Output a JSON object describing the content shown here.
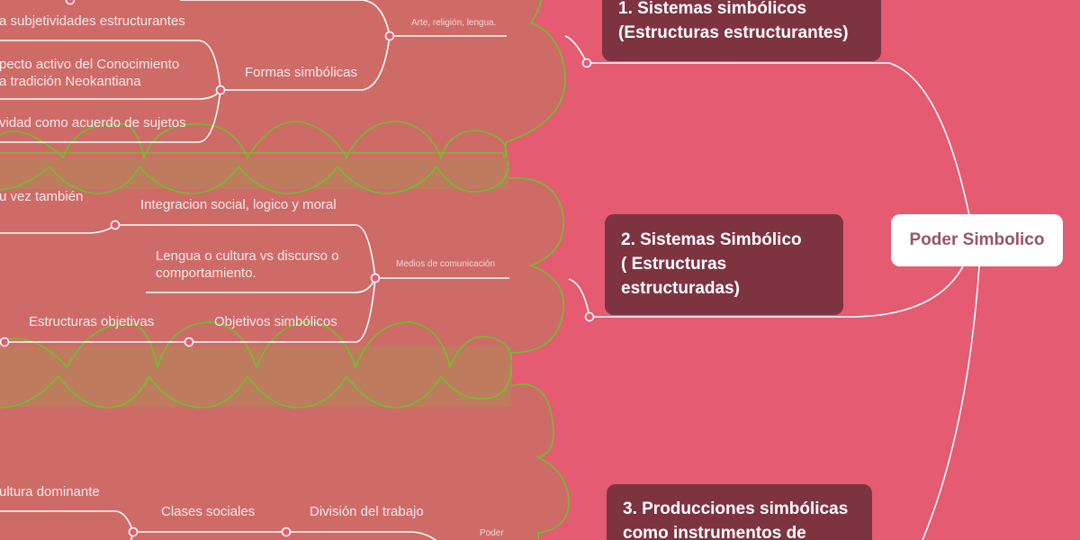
{
  "colors": {
    "background": "#e55b72",
    "boundary_fill": "#cf6b67",
    "summary_fill": "#bf7b5e",
    "boundary_stroke": "#6cc12c",
    "topic_fill": "#7e3341",
    "root_fill": "#ffffff",
    "root_text": "#9a5366",
    "line": "#ffffff",
    "node_dot": "#e55b72"
  },
  "root": {
    "label": "Poder Simbolico"
  },
  "topics": [
    {
      "label_line1": "1. Sistemas simbólicos",
      "label_line2": "(Estructuras estructurantes)"
    },
    {
      "label_line1": "2. Sistemas Simbólico",
      "label_line2": "( Estructuras",
      "label_line3": "estructuradas)"
    },
    {
      "label_line1": "3. Producciones simbólicas",
      "label_line2": "como instrumentos de"
    }
  ],
  "branch1": {
    "connector_label": "Arte, religión, lengua.",
    "sub_label": "Formas simbólicas",
    "items": [
      "a subjetividades estructurantes",
      "pecto activo del Conocimiento",
      "a tradición Neokantiana",
      "vidad como acuerdo de sujetos"
    ]
  },
  "branch2": {
    "connector_label": "Medios de comunicación",
    "items": {
      "integracion": "Integracion social, logico y moral",
      "lengua_line1": "Lengua o cultura vs discurso o",
      "lengua_line2": "comportamiento.",
      "objetivos": "Objetivos simbólicos",
      "estructuras": "Estructuras objetivas",
      "su_vez": "u vez también"
    }
  },
  "branch3": {
    "connector_label": "Poder",
    "items": {
      "division": "División del trabajo",
      "clases": "Clases sociales",
      "cultura": "ultura dominante"
    }
  }
}
